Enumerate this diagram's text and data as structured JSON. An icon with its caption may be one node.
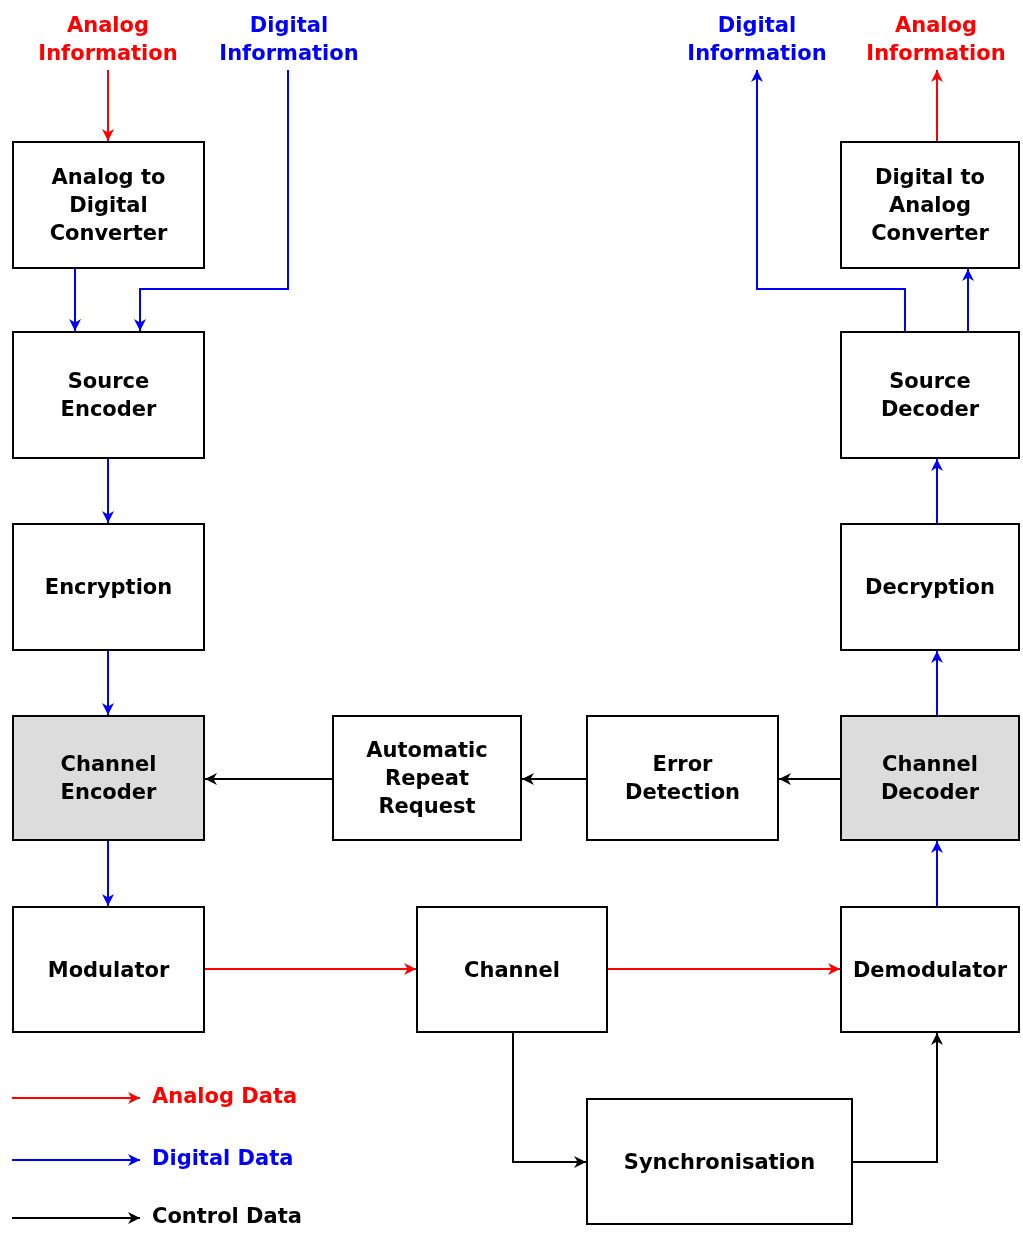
{
  "diagram": {
    "nodes": [
      {
        "text": [
          "Analog Information"
        ]
      },
      {
        "text": [
          "Digital Information"
        ]
      },
      {
        "text": [
          "Digital Information"
        ]
      },
      {
        "text": [
          "Analog Information"
        ]
      },
      {
        "text": [
          "Analog to Digital Converter"
        ]
      },
      {
        "text": [
          "Source Encoder"
        ]
      },
      {
        "text": [
          "Encryption"
        ]
      },
      {
        "text": [
          "Channel Encoder"
        ]
      },
      {
        "text": [
          "Automatic Repeat Request"
        ]
      },
      {
        "text": [
          "Error Detection"
        ]
      },
      {
        "text": [
          "Channel Decoder"
        ]
      },
      {
        "text": [
          "Modulator"
        ]
      },
      {
        "text": [
          "Channel"
        ]
      },
      {
        "text": [
          "Demodulator"
        ]
      },
      {
        "text": [
          "Synchronisation"
        ]
      },
      {
        "text": [
          "Decryption"
        ]
      },
      {
        "text": [
          "Source Decoder"
        ]
      },
      {
        "text": [
          "Digital to Analog Converter"
        ]
      }
    ],
    "edges": [
      {
        "from": 0,
        "to": 4,
        "arrow": "to",
        "color": "#ff0000"
      },
      {
        "from": 1,
        "to": 5,
        "arrow": "to"
      },
      {
        "from": 4,
        "to": 5,
        "arrow": "to"
      },
      {
        "from": 5,
        "to": 6,
        "arrow": "to"
      },
      {
        "from": 6,
        "to": 7,
        "arrow": "to"
      },
      {
        "from": 7,
        "to": 11,
        "arrow": "to"
      },
      {
        "from": 11,
        "to": 12,
        "arrow": "to",
        "color": "#ff0000"
      },
      {
        "from": 12,
        "to": 13,
        "arrow": "to",
        "color": "#ff0000"
      },
      {
        "from": 13,
        "to": 10,
        "arrow": "to"
      },
      {
        "from": 10,
        "to": 9,
        "arrow": "to",
        "color": "#000000"
      },
      {
        "from": 9,
        "to": 8,
        "arrow": "to",
        "color": "#000000"
      },
      {
        "from": 8,
        "to": 7,
        "arrow": "to",
        "color": "#000000"
      },
      {
        "from": 10,
        "to": 15,
        "arrow": "to"
      },
      {
        "from": 15,
        "to": 16,
        "arrow": "to"
      },
      {
        "from": 16,
        "to": 17,
        "arrow": "to"
      },
      {
        "from": 16,
        "to": 2,
        "arrow": "to"
      },
      {
        "from": 17,
        "to": 3,
        "arrow": "to",
        "color": "#ff0000"
      },
      {
        "from": 12,
        "to": 14,
        "arrow": "to",
        "color": "#000000"
      },
      {
        "from": 14,
        "to": 13,
        "arrow": "to",
        "color": "#000000"
      }
    ],
    "legend": [
      {
        "text": "Analog Data"
      },
      {
        "text": "Digital Data"
      },
      {
        "text": "Control Data"
      }
    ]
  }
}
